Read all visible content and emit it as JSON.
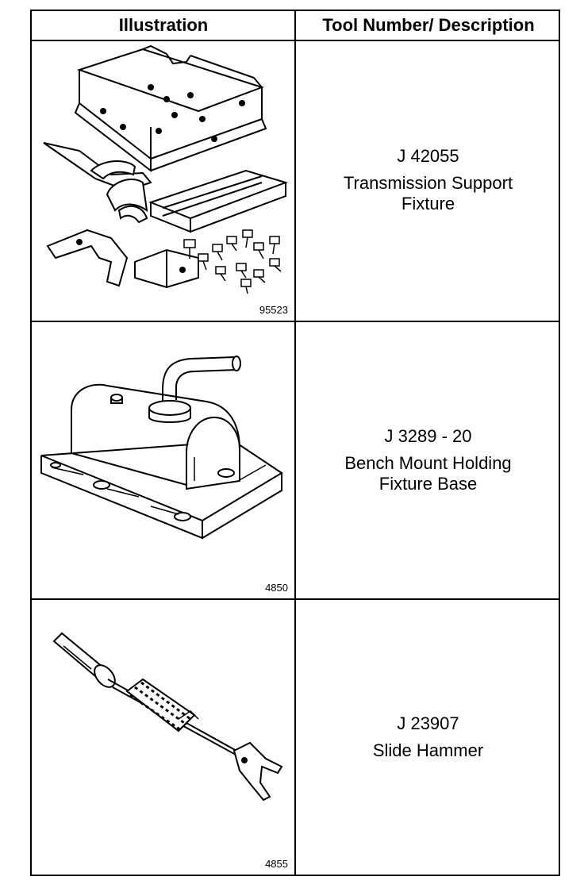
{
  "header": {
    "illustration": "Illustration",
    "tool_description": "Tool Number/ Description"
  },
  "rows": [
    {
      "figure_number": "95523",
      "tool_number": "J 42055",
      "description_lines": [
        "Transmission Support",
        "Fixture"
      ]
    },
    {
      "figure_number": "4850",
      "tool_number": "J 3289 - 20",
      "description_lines": [
        "Bench Mount Holding",
        "Fixture Base"
      ]
    },
    {
      "figure_number": "4855",
      "tool_number": "J 23907",
      "description_lines": [
        "Slide Hammer"
      ]
    }
  ]
}
